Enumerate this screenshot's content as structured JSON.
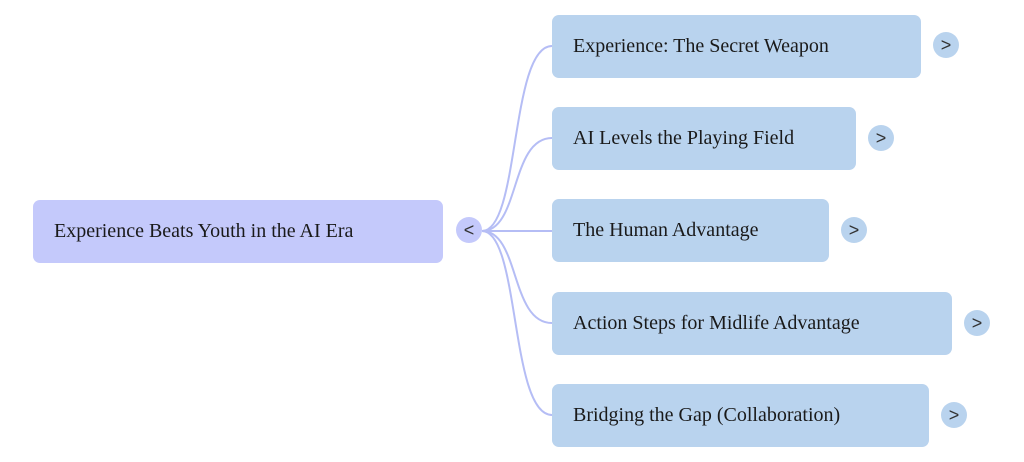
{
  "mindmap": {
    "root": {
      "label": "Experience Beats Youth in the AI Era",
      "toggle": "<"
    },
    "children": [
      {
        "label": "Experience: The Secret Weapon",
        "toggle": ">"
      },
      {
        "label": "AI Levels the Playing Field",
        "toggle": ">"
      },
      {
        "label": "The Human Advantage",
        "toggle": ">"
      },
      {
        "label": "Action Steps for Midlife Advantage",
        "toggle": ">"
      },
      {
        "label": "Bridging the Gap (Collaboration)",
        "toggle": ">"
      }
    ],
    "colors": {
      "root": "#c4c9fb",
      "child": "#b9d3ee",
      "link": "#b5bdf5"
    }
  }
}
